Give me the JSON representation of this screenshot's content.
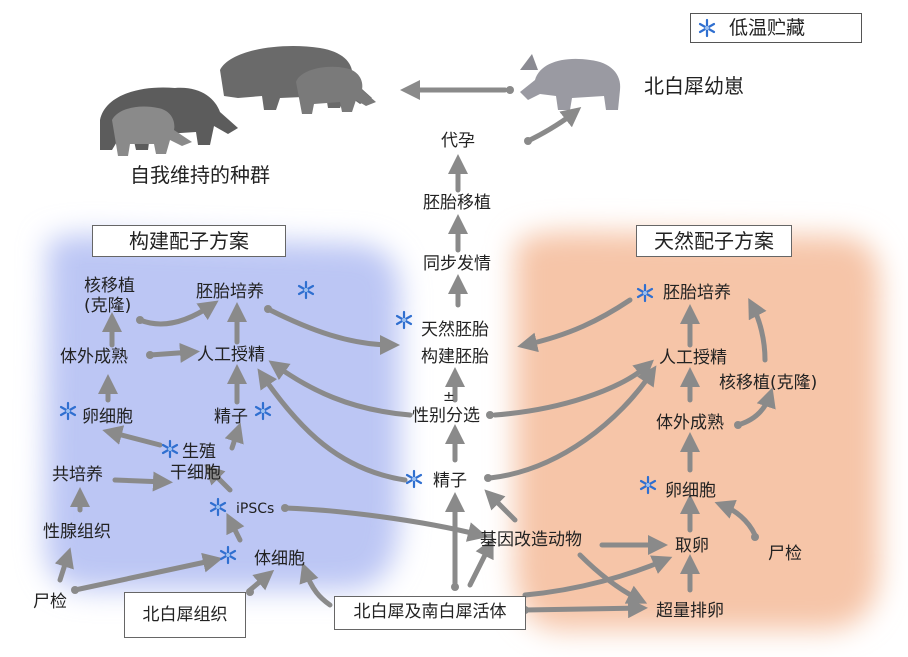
{
  "colors": {
    "constructed_region": "#b9c3f2",
    "natural_region": "#f7c4a6",
    "arrow": "#888888",
    "star": "#2f6fd0"
  },
  "legend": {
    "icon": "snowflake-icon",
    "label": "低温贮藏"
  },
  "top": {
    "self_sustaining_population": "自我维持的种群",
    "northern_white_calf": "北白犀幼崽",
    "surrogacy": "代孕",
    "embryo_transfer": "胚胎移植",
    "synchronized_estrus": "同步发情",
    "natural_embryo_line1": "天然胚胎",
    "natural_embryo_line2": "构建胚胎",
    "sex_selection": "性别分选",
    "plus_minus": "±",
    "sperm_center": "精子"
  },
  "constructed": {
    "title": "构建配子方案",
    "nuclear_transfer_line1": "核移植",
    "nuclear_transfer_line2": "(克隆)",
    "embryo_culture": "胚胎培养",
    "ivm": "体外成熟",
    "ai": "人工授精",
    "oocyte": "卵细胞",
    "sperm": "精子",
    "germ_cell_line1": "生殖",
    "germ_cell_line2": "干细胞",
    "coculture": "共培养",
    "ipscs": "iPSCs",
    "gonadal_tissue": "性腺组织",
    "somatic_cell": "体细胞",
    "necropsy": "尸检",
    "nwr_tissue": "北白犀组织"
  },
  "natural": {
    "title": "天然配子方案",
    "embryo_culture": "胚胎培养",
    "ai": "人工授精",
    "nuclear_transfer": "核移植(克隆)",
    "ivm": "体外成熟",
    "oocyte": "卵细胞",
    "ovum_pickup": "取卵",
    "necropsy": "尸检",
    "superovulation": "超量排卵"
  },
  "bottom": {
    "gm_animals": "基因改造动物",
    "live_animals": "北白犀及南白犀活体"
  }
}
